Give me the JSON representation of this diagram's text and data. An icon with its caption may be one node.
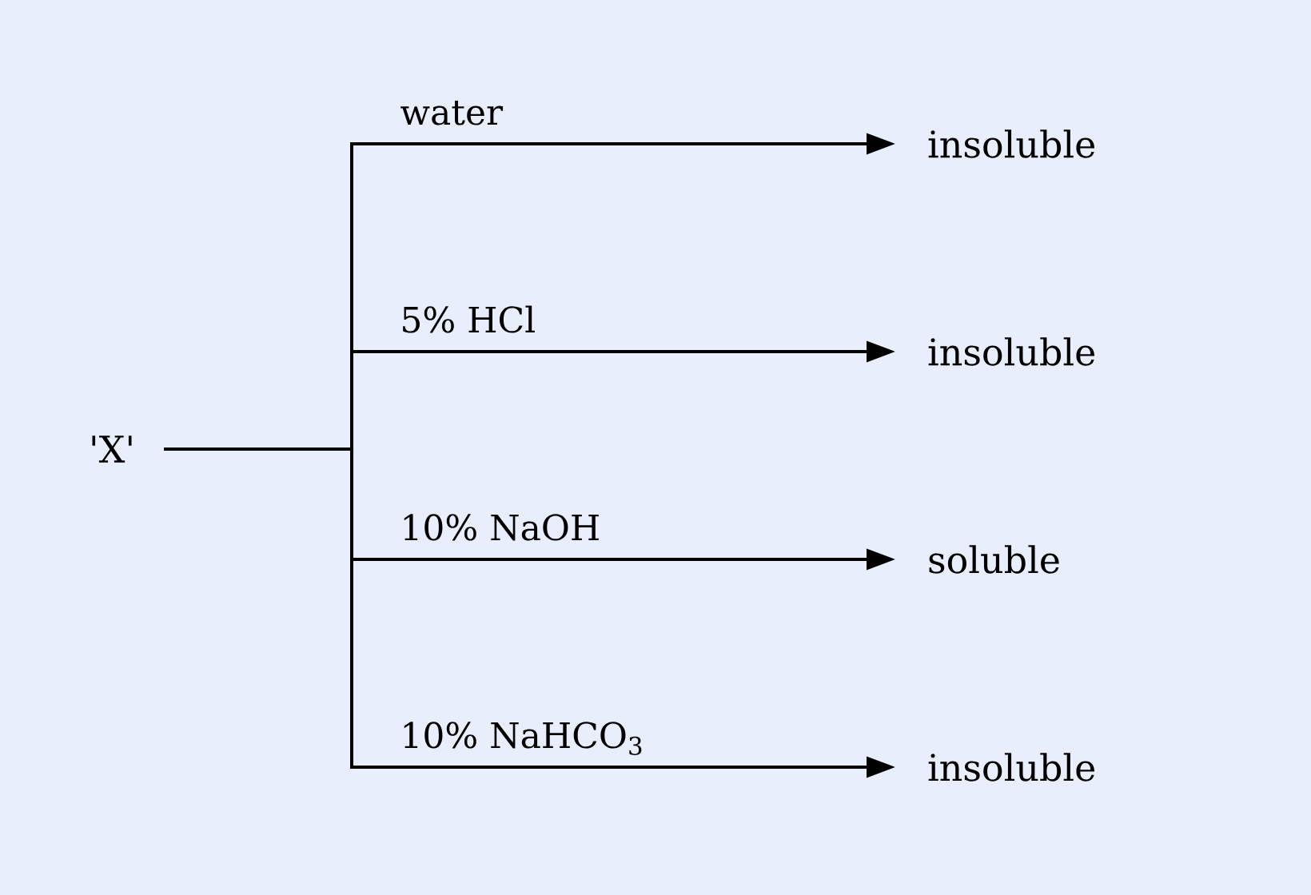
{
  "diagram": {
    "nodes": [
      {
        "text": [
          "'X'"
        ]
      },
      {
        "text": [
          "insoluble"
        ]
      },
      {
        "text": [
          "insoluble"
        ]
      },
      {
        "text": [
          "soluble"
        ]
      },
      {
        "text": [
          "insoluble"
        ]
      }
    ],
    "edges": [
      {
        "from": 0,
        "to": 1,
        "arrow": "to",
        "label": "water"
      },
      {
        "from": 0,
        "to": 2,
        "arrow": "to",
        "label": "5% HCl"
      },
      {
        "from": 0,
        "to": 3,
        "arrow": "to",
        "label": "10% NaOH"
      },
      {
        "from": 0,
        "to": 4,
        "arrow": "to",
        "label": "10% NaHCO$_{3}$"
      }
    ]
  }
}
